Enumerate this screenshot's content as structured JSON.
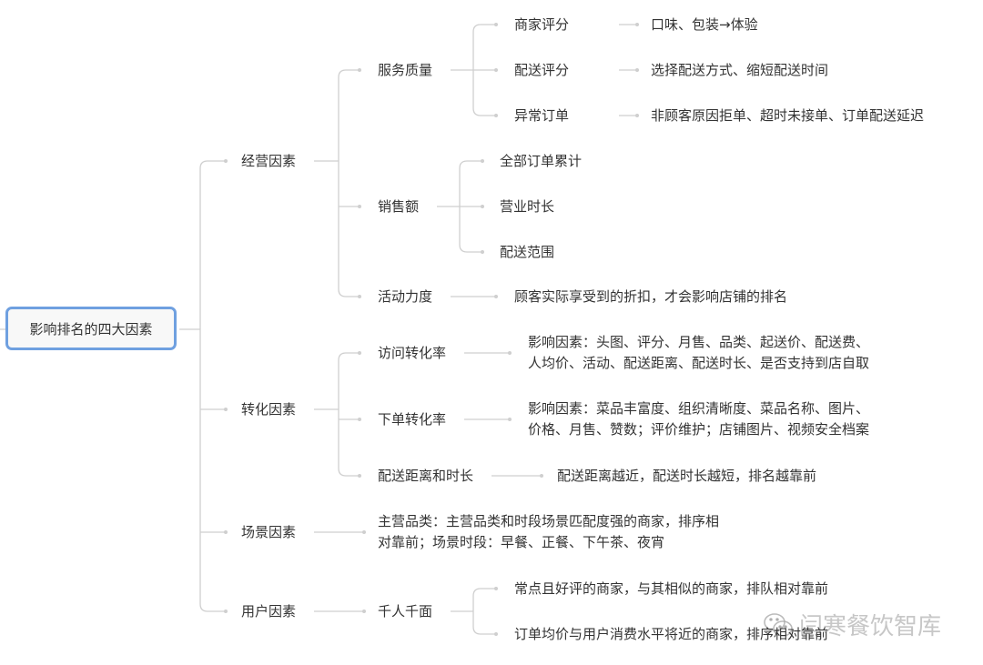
{
  "root": "影响排名的四大因素",
  "factors": {
    "operation": {
      "label": "经营因素",
      "service": {
        "label": "服务质量",
        "items": [
          {
            "label": "商家评分",
            "detail": "口味、包装→体验"
          },
          {
            "label": "配送评分",
            "detail": "选择配送方式、缩短配送时间"
          },
          {
            "label": "异常订单",
            "detail": "非顾客原因拒单、超时未接单、订单配送延迟"
          }
        ]
      },
      "sales": {
        "label": "销售额",
        "items": [
          "全部订单累计",
          "营业时长",
          "配送范围"
        ]
      },
      "promo": {
        "label": "活动力度",
        "detail": "顾客实际享受到的折扣，才会影响店铺的排名"
      }
    },
    "conversion": {
      "label": "转化因素",
      "visit": {
        "label": "访问转化率",
        "lines": [
          "影响因素：头图、评分、月售、品类、起送价、配送费、",
          "人均价、活动、配送距离、配送时长、是否支持到店自取"
        ]
      },
      "order": {
        "label": "下单转化率",
        "lines": [
          "影响因素：菜品丰富度、组织清晰度、菜品名称、图片、",
          "价格、月售、赞数；评价维护；店铺图片、视频安全档案"
        ]
      },
      "delivery": {
        "label": "配送距离和时长",
        "detail": "配送距离越近，配送时长越短，排名越靠前"
      }
    },
    "scene": {
      "label": "场景因素",
      "lines": [
        "主营品类：主营品类和时段场景匹配度强的商家，排序相",
        "对靠前；场景时段：早餐、正餐、下午茶、夜宵"
      ]
    },
    "user": {
      "label": "用户因素",
      "child": "千人千面",
      "items": [
        "常点且好评的商家，与其相似的商家，排队相对靠前",
        "订单均价与用户消费水平将近的商家，排序相对靠前"
      ]
    }
  },
  "watermark": "闫寒餐饮智库"
}
